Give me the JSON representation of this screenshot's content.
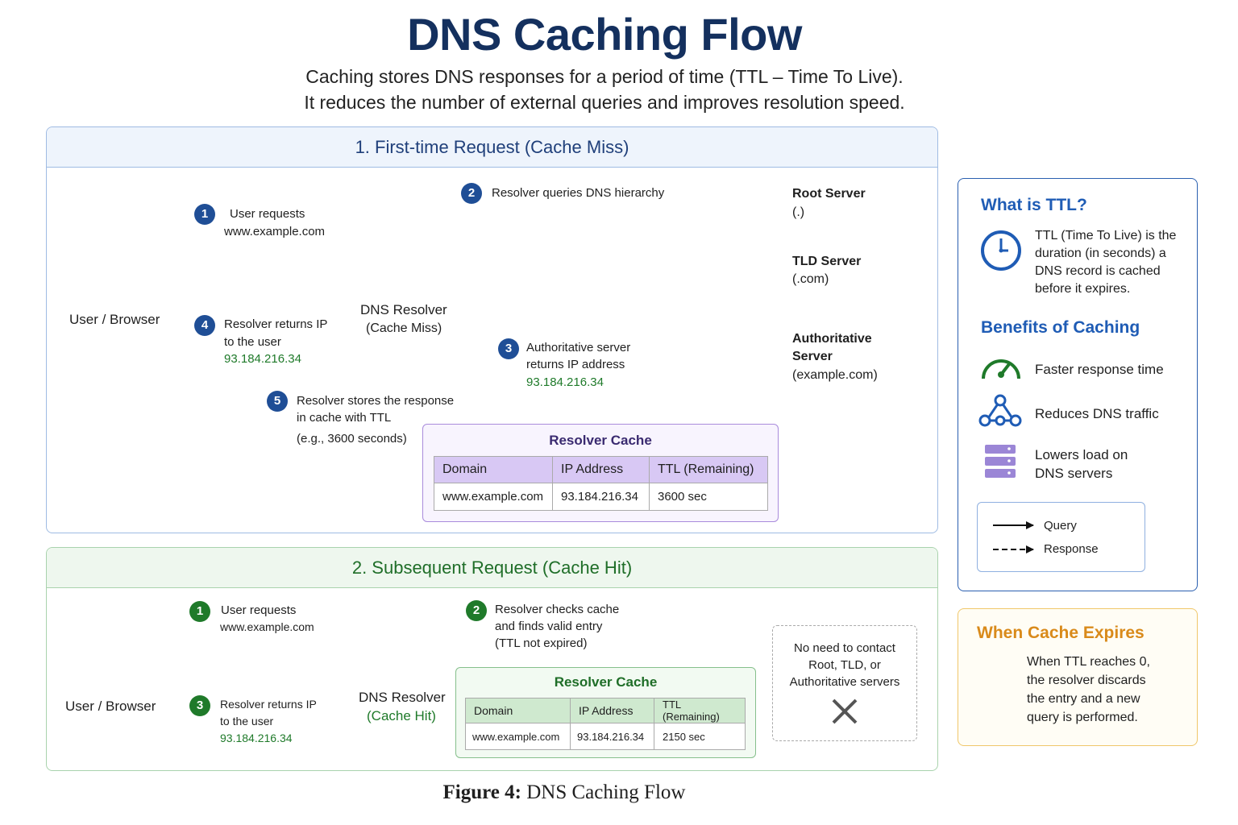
{
  "title": "DNS Caching Flow",
  "subtitle_line1": "Caching stores DNS responses for a period of time (TTL – Time To Live).",
  "subtitle_line2": "It reduces the number of external queries and improves resolution speed.",
  "section1": {
    "heading": "1. First-time Request (Cache Miss)",
    "user_label": "User / Browser",
    "resolver_label": "DNS Resolver",
    "resolver_state": "(Cache Miss)",
    "step1": {
      "num": "1",
      "line1": "User requests",
      "line2": "www.example.com"
    },
    "step2": {
      "num": "2",
      "text": "Resolver queries DNS hierarchy"
    },
    "step3": {
      "num": "3",
      "line1": "Authoritative server",
      "line2": "returns IP address",
      "ip": "93.184.216.34"
    },
    "step4": {
      "num": "4",
      "line1": "Resolver returns IP",
      "line2": "to the user",
      "ip": "93.184.216.34"
    },
    "step5": {
      "num": "5",
      "line1": "Resolver stores the response",
      "line2": "in cache with TTL",
      "line3": "(e.g., 3600 seconds)"
    },
    "servers": [
      {
        "name": "Root Server",
        "detail": "(.)"
      },
      {
        "name": "TLD Server",
        "detail": "(.com)"
      },
      {
        "name": "Authoritative",
        "name2": "Server",
        "detail": "(example.com)"
      }
    ],
    "cache": {
      "title": "Resolver Cache",
      "headers": [
        "Domain",
        "IP Address",
        "TTL (Remaining)"
      ],
      "row": [
        "www.example.com",
        "93.184.216.34",
        "3600 sec"
      ]
    }
  },
  "section2": {
    "heading": "2. Subsequent Request (Cache Hit)",
    "user_label": "User / Browser",
    "resolver_label": "DNS Resolver",
    "resolver_state": "(Cache Hit)",
    "step1": {
      "num": "1",
      "line1": "User requests",
      "line2": "www.example.com"
    },
    "step2": {
      "num": "2",
      "line1": "Resolver checks cache",
      "line2": "and finds valid entry",
      "line3": "(TTL not expired)"
    },
    "step3": {
      "num": "3",
      "line1": "Resolver returns IP",
      "line2": "to the user",
      "ip": "93.184.216.34"
    },
    "cache": {
      "title": "Resolver Cache",
      "headers": [
        "Domain",
        "IP Address",
        "TTL (Remaining)"
      ],
      "row": [
        "www.example.com",
        "93.184.216.34",
        "2150 sec"
      ]
    },
    "no_contact": {
      "line1": "No need to contact",
      "line2": "Root, TLD, or",
      "line3": "Authoritative servers"
    }
  },
  "sidebar": {
    "ttl_heading": "What is TTL?",
    "ttl_lines": [
      "TTL (Time To Live) is the",
      "duration (in seconds) a",
      "DNS record is cached",
      "before it expires."
    ],
    "benefits_heading": "Benefits of Caching",
    "benefits": [
      {
        "icon": "speedometer-icon",
        "line1": "Faster response time",
        "line2": ""
      },
      {
        "icon": "network-icon",
        "line1": "Reduces DNS traffic",
        "line2": ""
      },
      {
        "icon": "server-stack-icon",
        "line1": "Lowers load on",
        "line2": "DNS servers"
      }
    ],
    "legend": {
      "query": "Query",
      "response": "Response"
    },
    "expire_heading": "When Cache Expires",
    "expire_lines": [
      "When TTL reaches 0,",
      "the resolver discards",
      "the entry and a new",
      "query is performed."
    ]
  },
  "caption": {
    "label": "Figure 4:",
    "text": " DNS Caching Flow"
  },
  "colors": {
    "navy": "#14305e",
    "blue": "#1f4e96",
    "green": "#1f7a2a",
    "purple": "#8a64c8",
    "orange": "#d98a1a"
  }
}
